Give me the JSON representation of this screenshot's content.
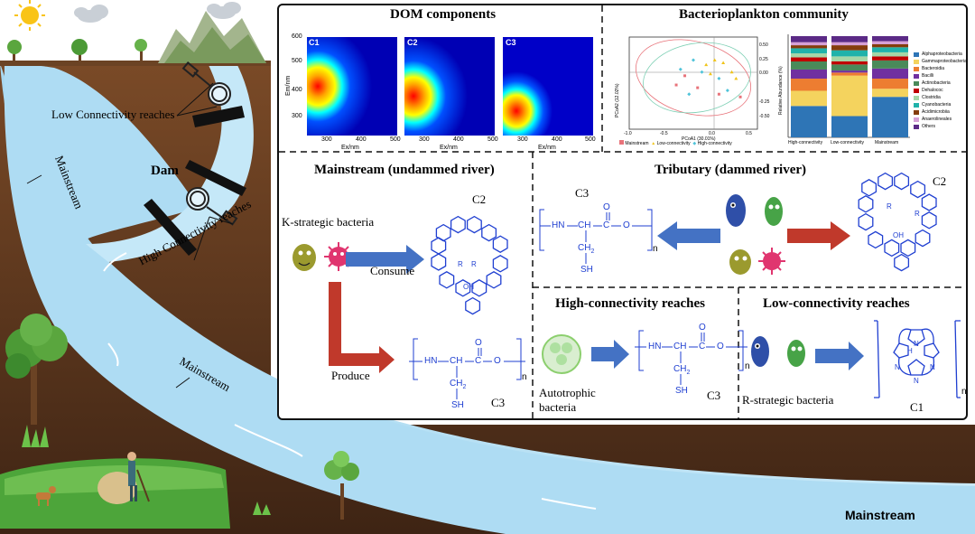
{
  "landscape": {
    "low_connectivity_label": "Low Connectivity reaches",
    "high_connectivity_label": "High Connectivity reaches",
    "dam_label": "Dam",
    "mainstream_labels": [
      "Mainstream",
      "Mainstream",
      "Mainstream"
    ]
  },
  "dom_panel": {
    "title": "DOM components",
    "components": [
      "C1",
      "C2",
      "C3"
    ],
    "xlabel": "Ex/nm",
    "ylabel": "Em/nm",
    "x_ticks": [
      "300",
      "400",
      "500"
    ],
    "y_ticks": [
      "600",
      "500",
      "400",
      "300"
    ]
  },
  "bacterio_panel": {
    "title": "Bacterioplankton community",
    "pcoa_xlabel": "PCoA1 (30.01%)",
    "pcoa_ylabel": "PCoA2 (12.02%)",
    "pcoa_x_ticks": [
      "-1.0",
      "-0.5",
      "0.0",
      "0.5"
    ],
    "pcoa_y_ticks": [
      "0.50",
      "0.25",
      "0.00",
      "-0.25",
      "-0.50"
    ],
    "pcoa_legend": [
      "Mainstream",
      "Low-connectivity",
      "High-connectivity"
    ],
    "bar_ylabel": "Relative Abundance (%)",
    "bar_groups": [
      "High-connectivity",
      "Low-connectivity",
      "Mainstream"
    ],
    "taxa": [
      "Alphaproteobacteria",
      "Gammaproteobacteria",
      "Bacteroidia",
      "Bacilli",
      "Actinobacteria",
      "Dehalococ",
      "Clostridia",
      "Cyanobacteria",
      "Acidimicrobiia",
      "Anaerolineales",
      "Others"
    ],
    "taxa_colors": [
      "#2e75b6",
      "#f4d35e",
      "#ed7d31",
      "#7030a0",
      "#4a8a5a",
      "#c00000",
      "#a5d6a7",
      "#20b2aa",
      "#843c0c",
      "#d6a0d6",
      "#5b2a86"
    ]
  },
  "chart_data": [
    {
      "type": "bar",
      "ylabel": "Relative Abundance (%)",
      "categories": [
        "High-connectivity",
        "Low-connectivity",
        "Mainstream"
      ],
      "series": [
        {
          "name": "Alphaproteobacteria",
          "values": [
            31,
            21,
            40
          ]
        },
        {
          "name": "Gammaproteobacteria",
          "values": [
            15,
            40,
            8
          ]
        },
        {
          "name": "Bacteroidia",
          "values": [
            12,
            3,
            10
          ]
        },
        {
          "name": "Bacilli",
          "values": [
            9,
            2,
            10
          ]
        },
        {
          "name": "Actinobacteria",
          "values": [
            8,
            6,
            8
          ]
        },
        {
          "name": "Dehalococ",
          "values": [
            4,
            3,
            4
          ]
        },
        {
          "name": "Clostridia",
          "values": [
            4,
            5,
            4
          ]
        },
        {
          "name": "Cyanobacteria",
          "values": [
            5,
            6,
            5
          ]
        },
        {
          "name": "Acidimicrobiia",
          "values": [
            3,
            5,
            3
          ]
        },
        {
          "name": "Anaerolineales",
          "values": [
            3,
            3,
            3
          ]
        },
        {
          "name": "Others",
          "values": [
            6,
            6,
            5
          ]
        }
      ]
    },
    {
      "type": "scatter",
      "xlabel": "PCoA1 (30.01%)",
      "ylabel": "PCoA2 (12.02%)",
      "xlim": [
        -1.0,
        0.5
      ],
      "ylim": [
        -0.5,
        0.5
      ],
      "series": [
        {
          "name": "Mainstream",
          "color": "#e8737a",
          "points": [
            [
              -0.35,
              0.08
            ],
            [
              -0.2,
              -0.05
            ],
            [
              0.05,
              -0.12
            ],
            [
              0.3,
              -0.15
            ],
            [
              -0.45,
              -0.02
            ]
          ]
        },
        {
          "name": "Low-connectivity",
          "color": "#f0c419",
          "points": [
            [
              -0.1,
              0.2
            ],
            [
              0.0,
              0.25
            ],
            [
              0.1,
              0.22
            ],
            [
              0.2,
              0.12
            ],
            [
              0.25,
              0.05
            ],
            [
              -0.05,
              0.1
            ]
          ]
        },
        {
          "name": "High-connectivity",
          "color": "#4fc3d9",
          "points": [
            [
              -0.4,
              0.15
            ],
            [
              -0.3,
              -0.12
            ],
            [
              -0.15,
              0.12
            ],
            [
              0.05,
              0.05
            ],
            [
              -0.25,
              0.25
            ],
            [
              0.15,
              -0.08
            ]
          ]
        }
      ]
    }
  ],
  "mainstream_box": {
    "title": "Mainstream (undammed river)",
    "k_bacteria": "K-strategic bacteria",
    "consume": "Consume",
    "produce": "Produce",
    "c2": "C2",
    "c3": "C3"
  },
  "tributary_box": {
    "title": "Tributary (dammed river)",
    "c3": "C3",
    "c2": "C2"
  },
  "high_box": {
    "title": "High-connectivity reaches",
    "autotrophic": "Autotrophic",
    "bacteria": "bacteria",
    "c3": "C3"
  },
  "low_box": {
    "title": "Low-connectivity reaches",
    "r_bacteria": "R-strategic bacteria",
    "c1": "C1"
  },
  "chem": {
    "hn": "HN",
    "ch": "CH",
    "c": "C",
    "o": "O",
    "ch2": "CH",
    "sub2": "2",
    "sh": "SH",
    "n": "n",
    "r": "R",
    "oh": "OH",
    "h": "H",
    "nh": "N"
  },
  "bottom_label": "Mainstream"
}
